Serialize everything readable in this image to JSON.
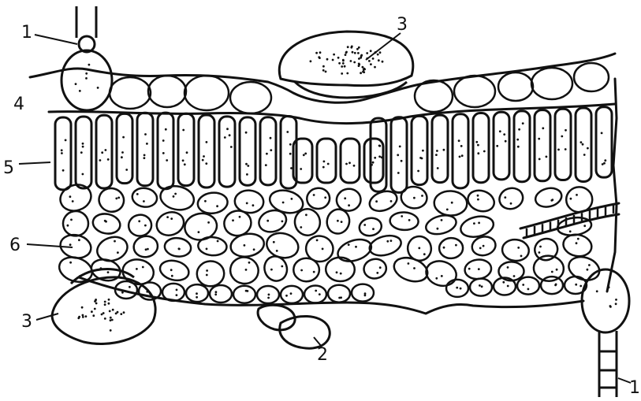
{
  "labels": {
    "hair_top": "1",
    "gland_top": "3",
    "upper_epidermis": "4",
    "palisade": "5",
    "spongy": "6",
    "gland_bottom": "3",
    "stoma": "2",
    "hair_bottom": "1"
  },
  "colors": {
    "ink": "#111111",
    "paper": "#ffffff"
  }
}
